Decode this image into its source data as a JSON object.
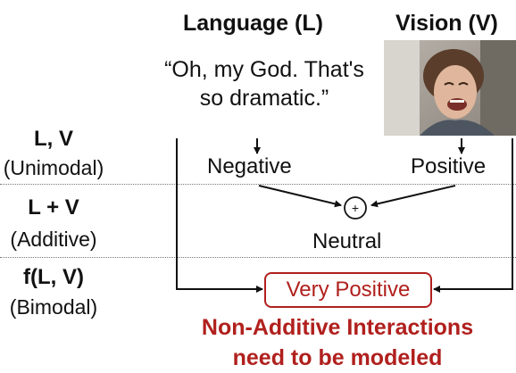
{
  "headers": {
    "language": "Language (L)",
    "vision": "Vision (V)"
  },
  "quote": {
    "line1": "“Oh, my God. That's",
    "line2": "so dramatic.”"
  },
  "rows": [
    {
      "bold": "L, V",
      "regular": "(Unimodal)"
    },
    {
      "bold": "L + V",
      "regular": "(Additive)"
    },
    {
      "bold": "f(L, V)",
      "regular": "(Bimodal)"
    }
  ],
  "sentiments": {
    "language": "Negative",
    "vision": "Positive",
    "combine_symbol": "+",
    "additive_result": "Neutral",
    "bimodal_result": "Very Positive"
  },
  "footer": {
    "line1": "Non-Additive Interactions",
    "line2": "need to be modeled"
  },
  "colors": {
    "accent": "#b0201d",
    "text": "#111111",
    "separator": "#777777"
  }
}
